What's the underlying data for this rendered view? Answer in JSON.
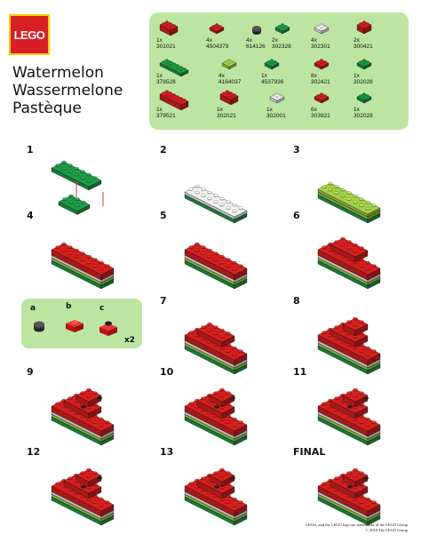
{
  "logo": {
    "text": "LEGO"
  },
  "titles": [
    "Watermelon",
    "Wassermelone",
    "Pastèque"
  ],
  "parts": [
    {
      "qty": "1x",
      "code": "301021",
      "color": "red"
    },
    {
      "qty": "4x",
      "code": "4504379",
      "color": "red"
    },
    {
      "qty": "4x",
      "code": "614126",
      "color": "black"
    },
    {
      "qty": "2x",
      "code": "302328",
      "color": "green"
    },
    {
      "qty": "4x",
      "code": "302301",
      "color": "white"
    },
    {
      "qty": "2x",
      "code": "300421",
      "color": "red"
    },
    {
      "qty": "1x",
      "code": "379528",
      "color": "green"
    },
    {
      "qty": "4x",
      "code": "4164037",
      "color": "lime"
    },
    {
      "qty": "1x",
      "code": "4537936",
      "color": "green"
    },
    {
      "qty": "8x",
      "code": "302421",
      "color": "red"
    },
    {
      "qty": "1x",
      "code": "302028",
      "color": "green"
    },
    {
      "qty": "1x",
      "code": "379521",
      "color": "red"
    },
    {
      "qty": "1x",
      "code": "302021",
      "color": "red"
    },
    {
      "qty": "1x",
      "code": "302001",
      "color": "white"
    },
    {
      "qty": "6x",
      "code": "303921",
      "color": "red"
    },
    {
      "qty": "1x",
      "code": "302028",
      "color": "green"
    }
  ],
  "steps": [
    "1",
    "2",
    "3",
    "4",
    "5",
    "6",
    "7",
    "8",
    "9",
    "10",
    "11",
    "12",
    "13",
    "FINAL"
  ],
  "subassembly": {
    "labels": [
      "a",
      "b",
      "c"
    ],
    "multiplier": "x2"
  },
  "footer": {
    "line1": "LEGO, and the LEGO logo are trademarks of the LEGO Group.",
    "line2": "© 2010 The LEGO Group."
  },
  "colors": {
    "red": "#d4201f",
    "green": "#1f9a48",
    "lime": "#a6d24a",
    "white": "#f2f2f2",
    "black": "#222222",
    "panel": "#bde5a2"
  }
}
